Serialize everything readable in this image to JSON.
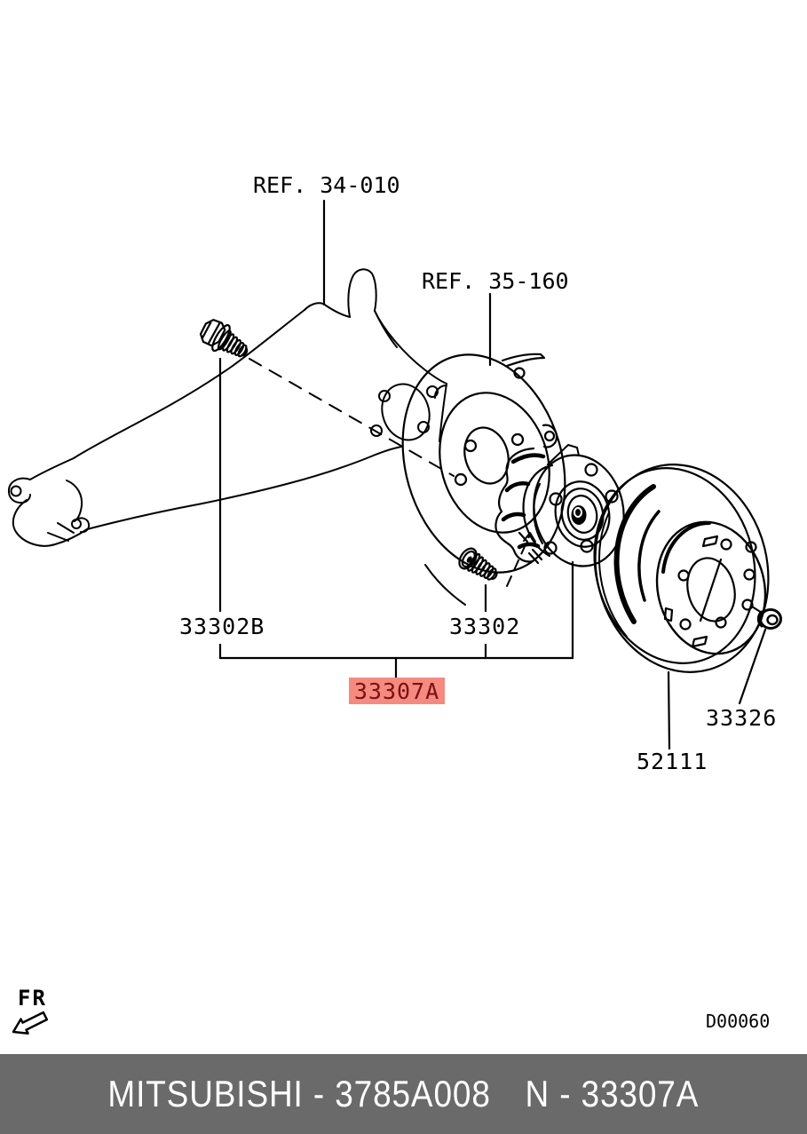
{
  "diagram": {
    "ref_labels": {
      "ref_34_010": "REF. 34-010",
      "ref_35_160": "REF. 35-160"
    },
    "part_labels": {
      "p33302b": "33302B",
      "p33302": "33302",
      "p33307a": "33307A",
      "p52111": "52111",
      "p33326": "33326"
    },
    "highlighted_part": "33307A",
    "direction_label": "FR",
    "drawing_code": "D00060"
  },
  "colors": {
    "highlight_bg": "#f48a80",
    "highlight_text": "#7a1010",
    "footer_bg": "#6a6a6a",
    "footer_text": "#ffffff",
    "line_color": "#000000",
    "background": "#ffffff"
  },
  "footer": {
    "brand_part": "MITSUBISHI - 3785A008",
    "catalog_ref": "N - 33307A"
  }
}
